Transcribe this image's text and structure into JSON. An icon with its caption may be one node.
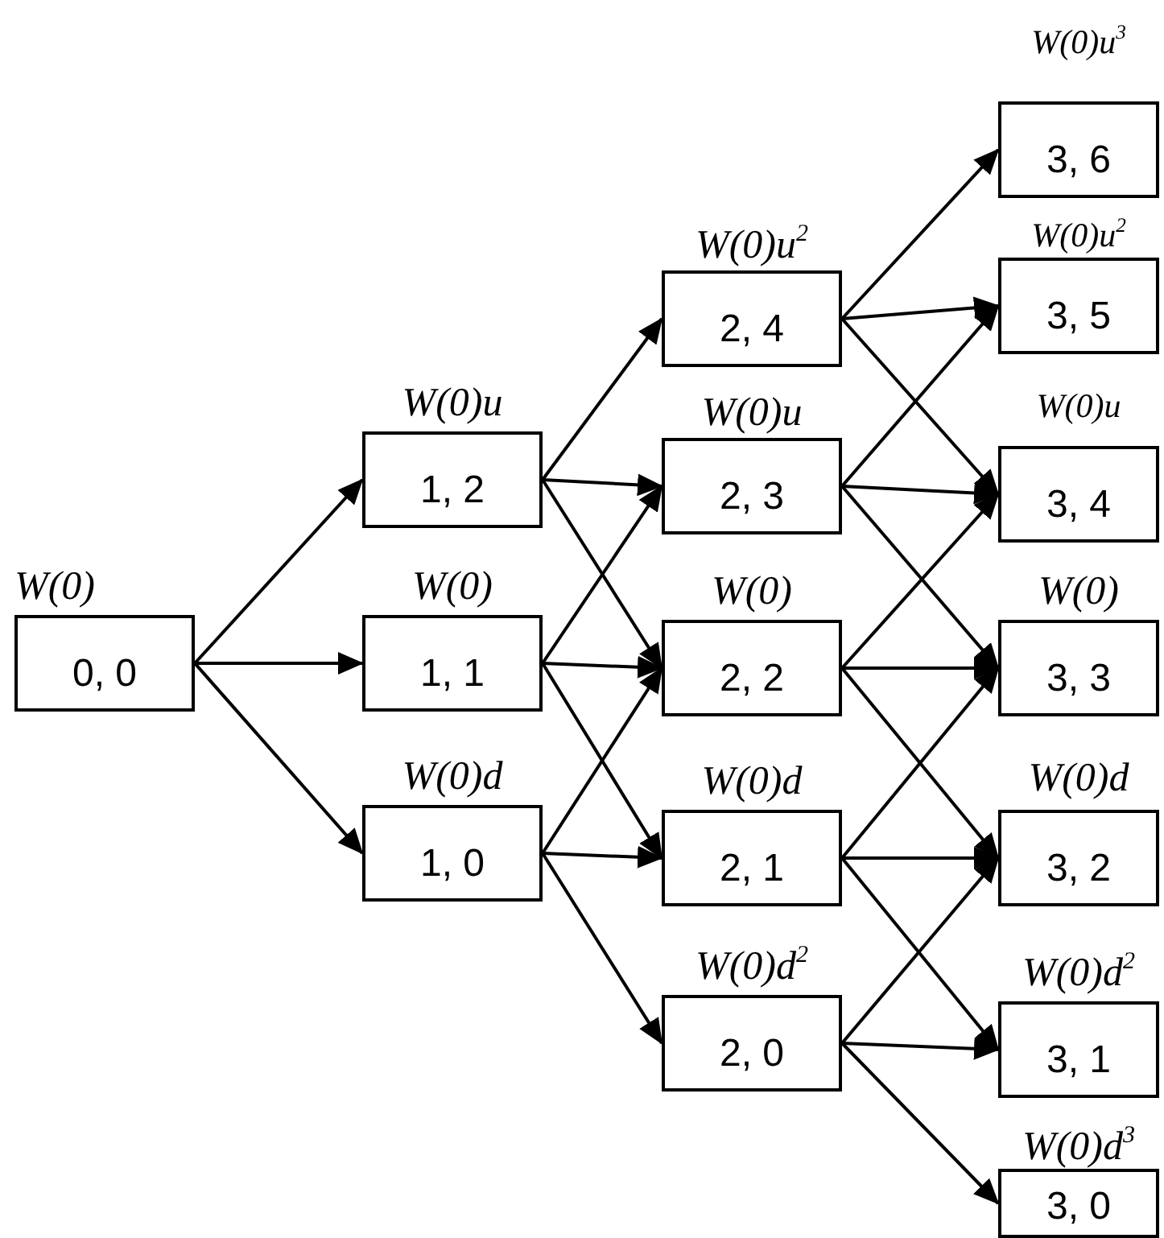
{
  "diagram": {
    "nodes": [
      {
        "text": [
          "W(0)",
          "0, 0"
        ]
      },
      {
        "text": [
          "W(0)u",
          "1, 2"
        ]
      },
      {
        "text": [
          "W(0)",
          "1, 1"
        ]
      },
      {
        "text": [
          "W(0)d",
          "1, 0"
        ]
      },
      {
        "text": [
          "W(0)u$^{2}$",
          "2, 4"
        ]
      },
      {
        "text": [
          "W(0)u",
          "2, 3"
        ]
      },
      {
        "text": [
          "W(0)",
          "2, 2"
        ]
      },
      {
        "text": [
          "W(0)d",
          "2, 1"
        ]
      },
      {
        "text": [
          "W(0)d$^{2}$",
          "2, 0"
        ]
      },
      {
        "text": [
          "W(0)u$^{3}$",
          "3, 6"
        ]
      },
      {
        "text": [
          "W(0)u$^{2}$",
          "3, 5"
        ]
      },
      {
        "text": [
          "W(0)u",
          "3, 4"
        ]
      },
      {
        "text": [
          "W(0)",
          "3, 3"
        ]
      },
      {
        "text": [
          "W(0)d",
          "3, 2"
        ]
      },
      {
        "text": [
          "W(0)d$^{2}$",
          "3, 1"
        ]
      },
      {
        "text": [
          "W(0)d$^{3}$",
          "3, 0"
        ]
      }
    ],
    "edges": [
      {
        "from": 0,
        "to": 1,
        "arrow": "to"
      },
      {
        "from": 0,
        "to": 2,
        "arrow": "to"
      },
      {
        "from": 0,
        "to": 3,
        "arrow": "to"
      },
      {
        "from": 1,
        "to": 4,
        "arrow": "to"
      },
      {
        "from": 1,
        "to": 5,
        "arrow": "to"
      },
      {
        "from": 1,
        "to": 6,
        "arrow": "to"
      },
      {
        "from": 2,
        "to": 5,
        "arrow": "to"
      },
      {
        "from": 2,
        "to": 6,
        "arrow": "to"
      },
      {
        "from": 2,
        "to": 7,
        "arrow": "to"
      },
      {
        "from": 3,
        "to": 6,
        "arrow": "to"
      },
      {
        "from": 3,
        "to": 7,
        "arrow": "to"
      },
      {
        "from": 3,
        "to": 8,
        "arrow": "to"
      },
      {
        "from": 4,
        "to": 9,
        "arrow": "to"
      },
      {
        "from": 4,
        "to": 10,
        "arrow": "to"
      },
      {
        "from": 4,
        "to": 11,
        "arrow": "to"
      },
      {
        "from": 5,
        "to": 10,
        "arrow": "to"
      },
      {
        "from": 5,
        "to": 11,
        "arrow": "to"
      },
      {
        "from": 5,
        "to": 12,
        "arrow": "to"
      },
      {
        "from": 6,
        "to": 11,
        "arrow": "to"
      },
      {
        "from": 6,
        "to": 12,
        "arrow": "to"
      },
      {
        "from": 6,
        "to": 13,
        "arrow": "to"
      },
      {
        "from": 7,
        "to": 12,
        "arrow": "to"
      },
      {
        "from": 7,
        "to": 13,
        "arrow": "to"
      },
      {
        "from": 7,
        "to": 14,
        "arrow": "to"
      },
      {
        "from": 8,
        "to": 13,
        "arrow": "to"
      },
      {
        "from": 8,
        "to": 14,
        "arrow": "to"
      },
      {
        "from": 8,
        "to": 15,
        "arrow": "to"
      }
    ]
  }
}
